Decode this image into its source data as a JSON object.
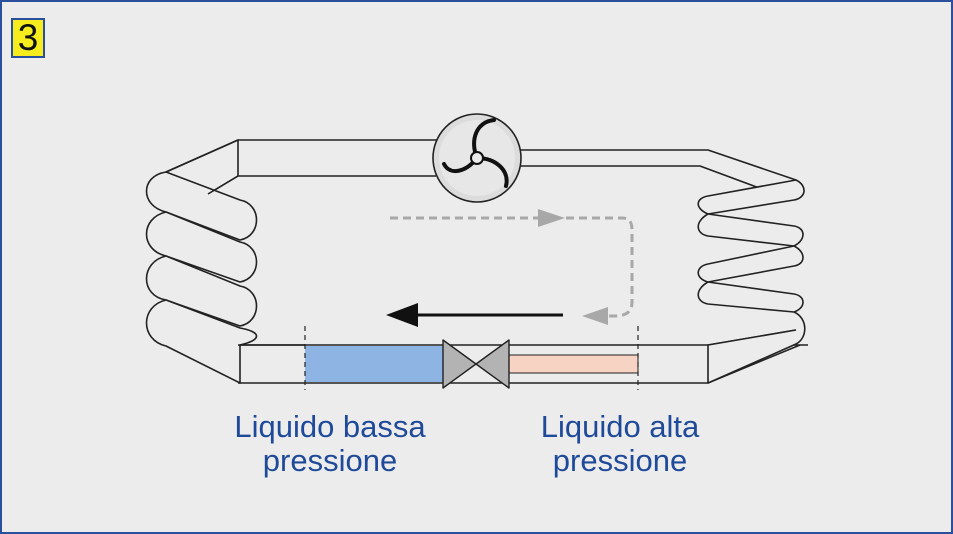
{
  "step_number": "3",
  "labels": {
    "low_pressure_liquid": [
      "Liquido bassa",
      "pressione"
    ],
    "high_pressure_liquid": [
      "Liquido alta",
      "pressione"
    ]
  },
  "colors": {
    "frame_border": "#2a4f9c",
    "background": "#ececec",
    "badge": "#f7ec1e",
    "label_text": "#1f4a99",
    "low_pressure_fill": "#8db4e2",
    "high_pressure_fill": "#f7d3c3",
    "valve": "#b3b3b3",
    "flow_arrow_dark": "#111111",
    "flow_arrow_dashed": "#a8a8a8"
  },
  "components": [
    "fan-icon",
    "evaporator-coil",
    "condenser-coil",
    "expansion-valve",
    "flow-arrow"
  ]
}
